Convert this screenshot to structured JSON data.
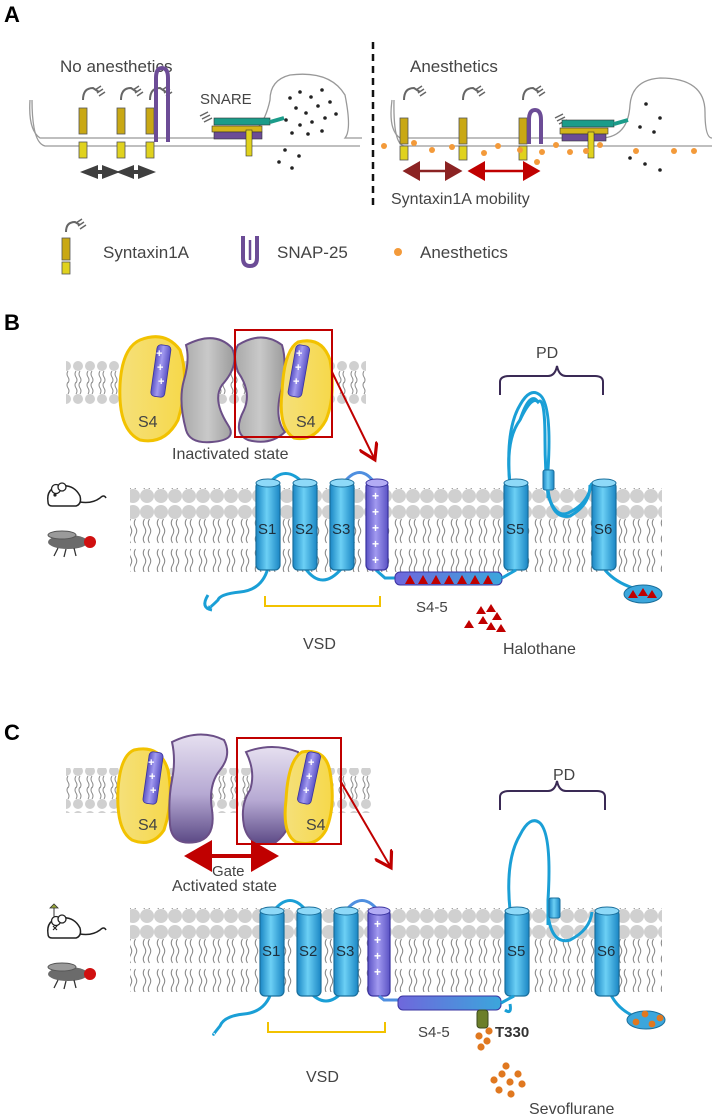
{
  "colors": {
    "helix_blue": "#33aadd",
    "helix_dark": "#1a7fb5",
    "s4_purple": "#7d74d6",
    "membrane_gray": "#d4d4d4",
    "yellow_outline": "#f2c200",
    "red": "#c00000",
    "dark_red": "#8b2323",
    "orange": "#f39a3a",
    "snap_purple": "#6c4c96",
    "syntaxin_yellow": "#d4b51a",
    "olive": "#3b4a1e"
  },
  "panel_a": {
    "letter": "A",
    "left_title": "No anesthetics",
    "right_title": "Anesthetics",
    "snare_label": "SNARE",
    "mobility_label": "Syntaxin1A mobility",
    "legend": {
      "syntaxin": "Syntaxin1A",
      "snap25": "SNAP-25",
      "anesthetics": "Anesthetics"
    }
  },
  "panel_b": {
    "letter": "B",
    "state_label": "Inactivated state",
    "s4_labels": [
      "S4",
      "S4"
    ],
    "helix_labels": [
      "S1",
      "S2",
      "S3",
      "S5",
      "S6"
    ],
    "linker_label": "S4-5",
    "pd_label": "PD",
    "vsd_label": "VSD",
    "drug_label": "Halothane",
    "mouse_icon": "mouse-icon",
    "fly_icon": "fly-icon"
  },
  "panel_c": {
    "letter": "C",
    "state_label": "Activated state",
    "gate_label": "Gate",
    "s4_labels": [
      "S4",
      "S4"
    ],
    "helix_labels": [
      "S1",
      "S2",
      "S3",
      "S5",
      "S6"
    ],
    "linker_label": "S4-5",
    "residue_label": "T330",
    "pd_label": "PD",
    "vsd_label": "VSD",
    "drug_label": "Sevoflurane",
    "mouse_icon": "mouse-icon",
    "fly_icon": "fly-icon"
  }
}
